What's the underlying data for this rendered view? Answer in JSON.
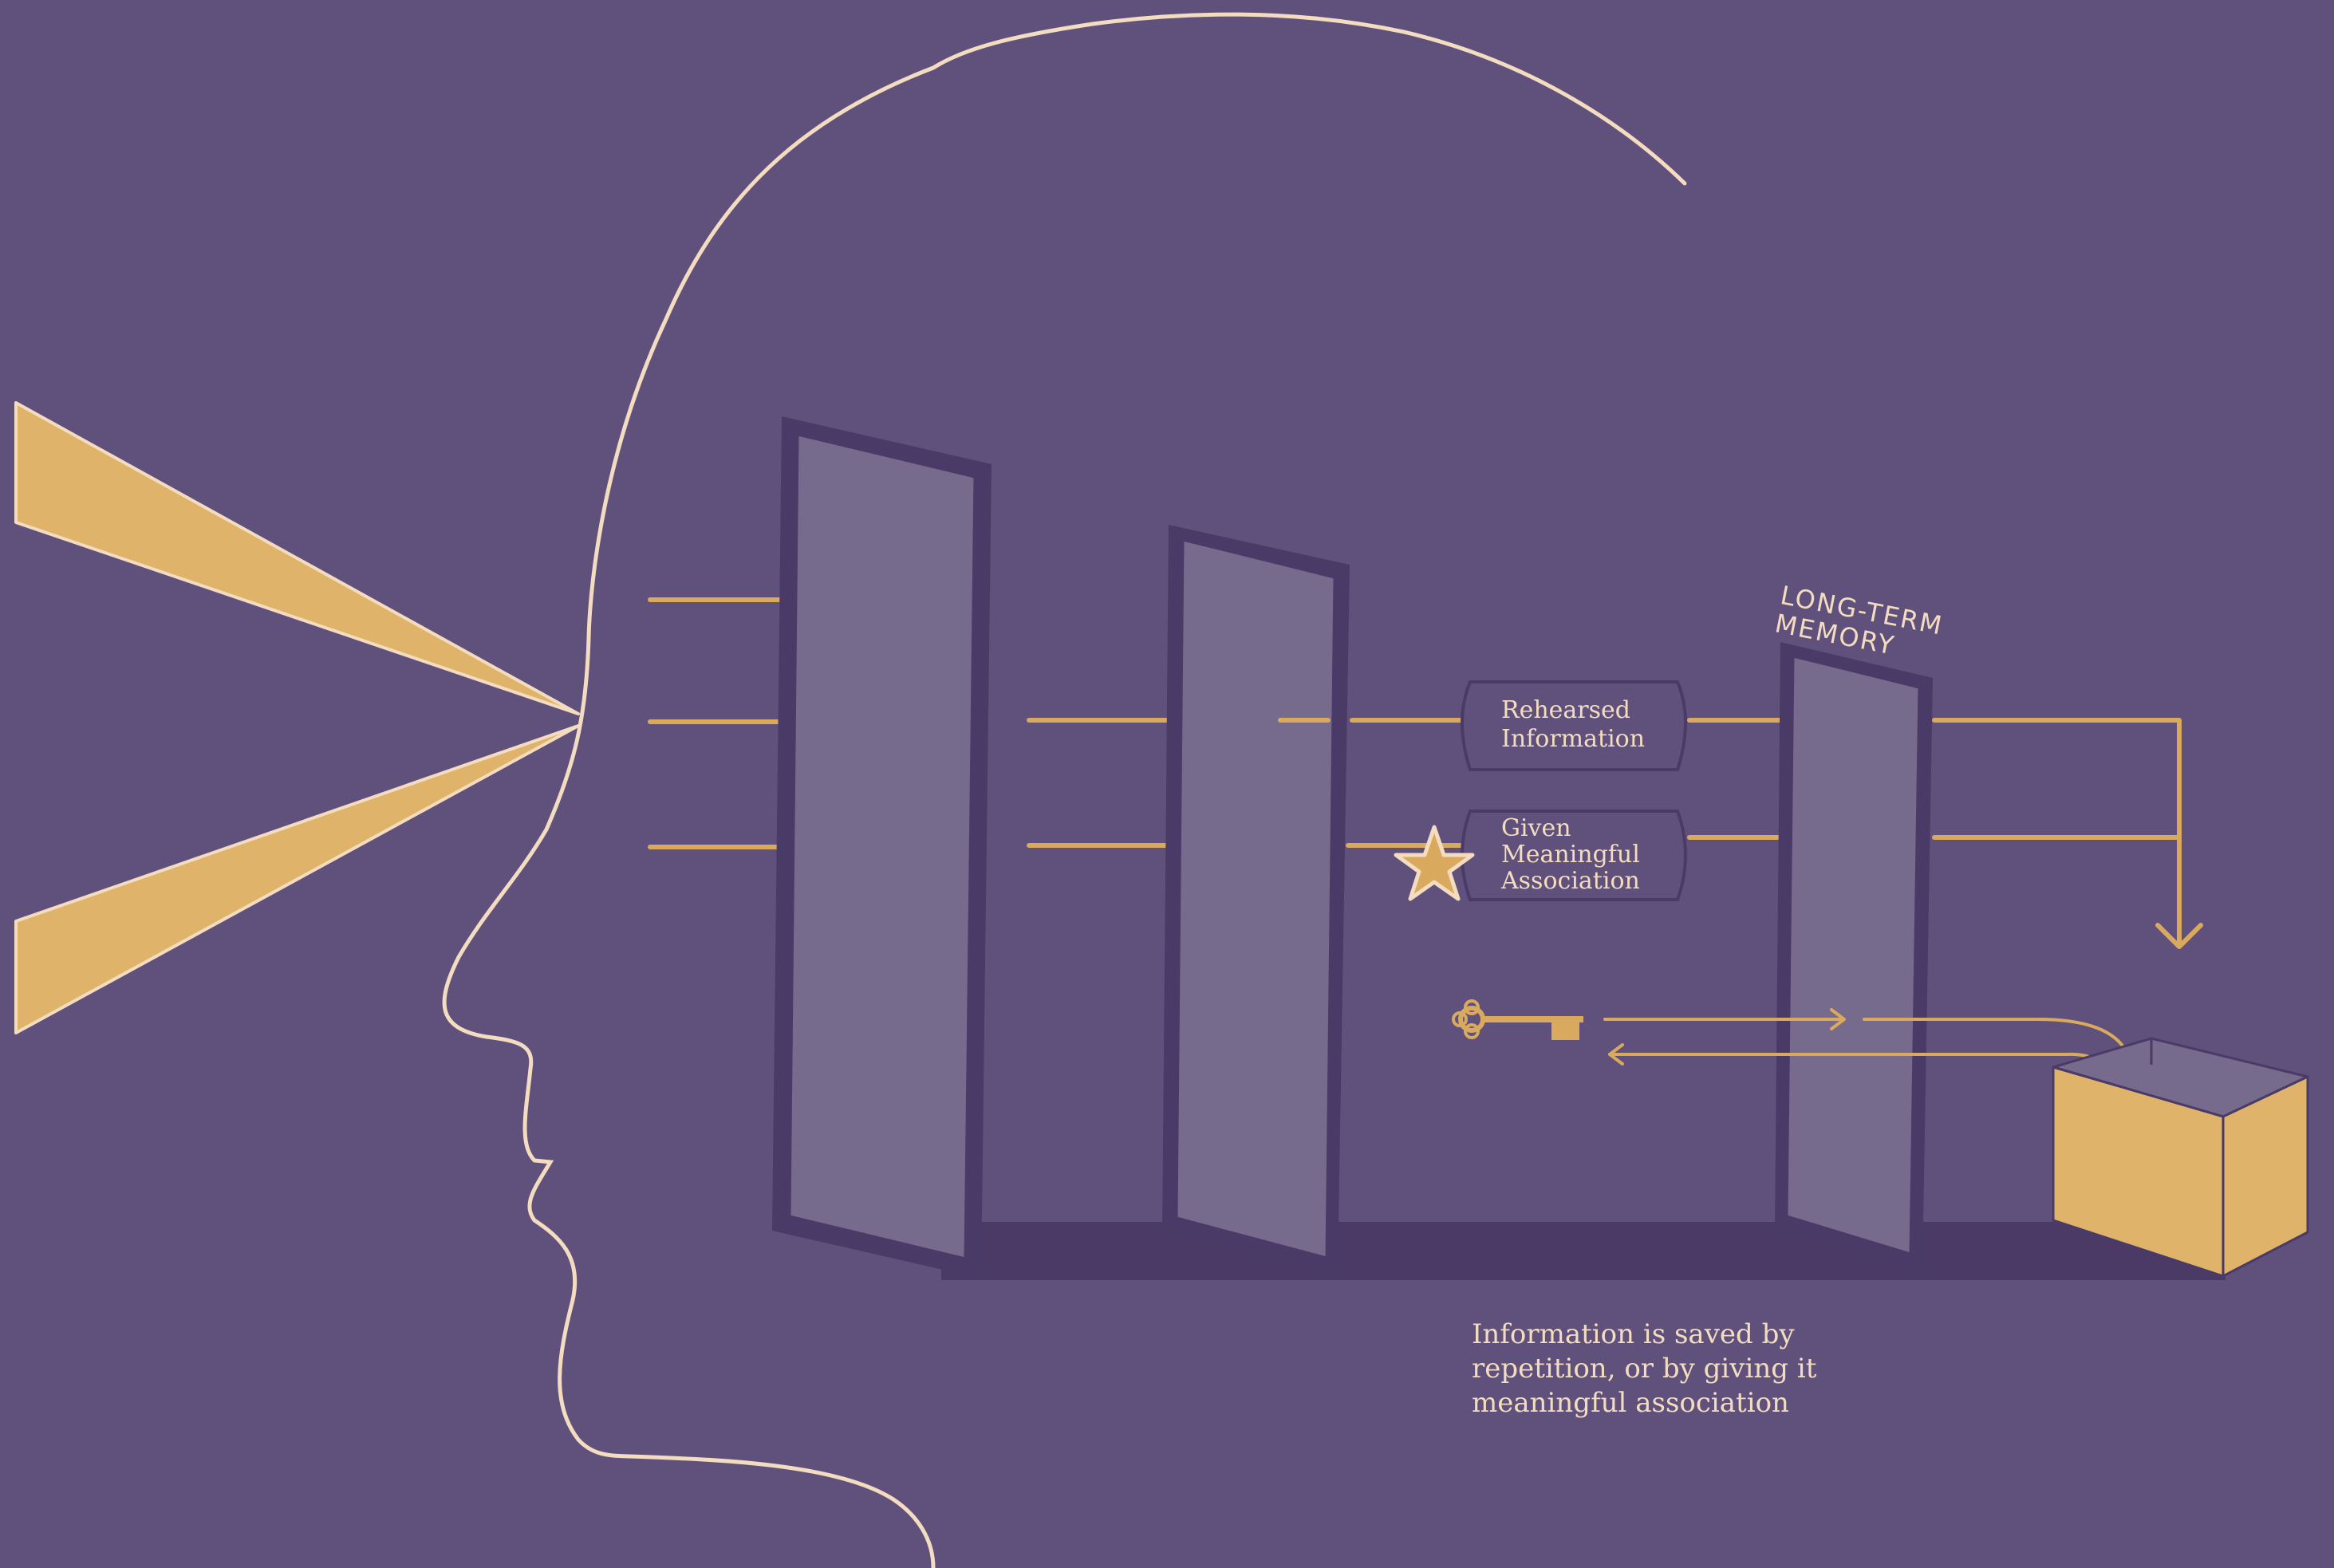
{
  "labels": {
    "long_term_memory": "LONG-TERM\nMEMORY",
    "rehearsed": "Rehearsed\nInformation",
    "meaningful": "Given\nMeaningful\nAssociation",
    "caption": "Information is saved by\nrepetition, or by giving it\nmeaningful association"
  },
  "icons": {
    "star": "star-icon",
    "key": "key-icon",
    "box": "storage-box"
  },
  "colors": {
    "background": "#5f517c",
    "panel_fill": "#766a8d",
    "panel_border": "#4a3a67",
    "accent": "#d9aa5e",
    "beam": "#dfb46a",
    "outline": "#f3dcc0",
    "floor": "#4b3a66"
  }
}
